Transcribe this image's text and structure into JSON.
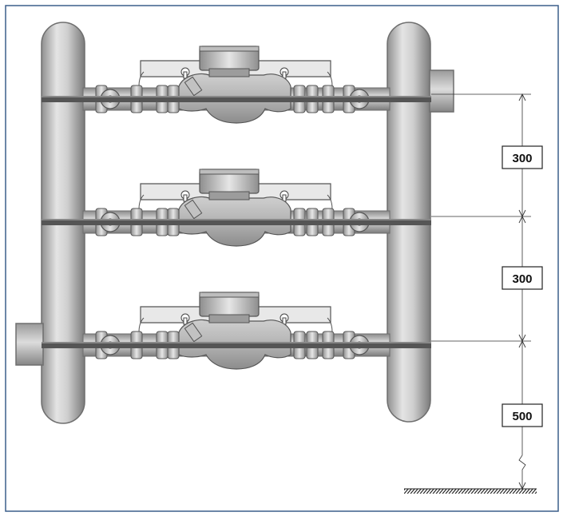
{
  "dimensions": [
    {
      "value": "300"
    },
    {
      "value": "300"
    },
    {
      "value": "500"
    }
  ],
  "meters": [
    {
      "name": ""
    },
    {
      "name": ""
    },
    {
      "name": ""
    }
  ],
  "colors": {
    "metal_light": "#d8d8d8",
    "metal_mid": "#a9a9a9",
    "metal_dark": "#6e6e6e",
    "strap": "#555555",
    "frame": "#3b5f8a"
  },
  "icons": [
    "water-meter-icon",
    "ball-valve-icon",
    "pipe-coupling-icon"
  ]
}
